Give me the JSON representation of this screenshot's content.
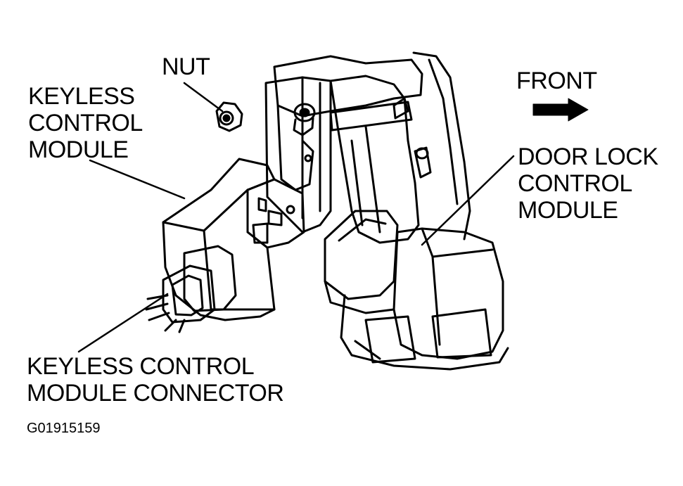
{
  "labels": {
    "nut": "NUT",
    "front": "FRONT",
    "keyless_module": [
      "KEYLESS",
      "CONTROL",
      "MODULE"
    ],
    "door_lock_module": [
      "DOOR LOCK",
      "CONTROL",
      "MODULE"
    ],
    "keyless_connector": [
      "KEYLESS CONTROL",
      "MODULE CONNECTOR"
    ]
  },
  "figure_code": "G01915159",
  "colors": {
    "ink": "#000000",
    "background": "#ffffff"
  }
}
